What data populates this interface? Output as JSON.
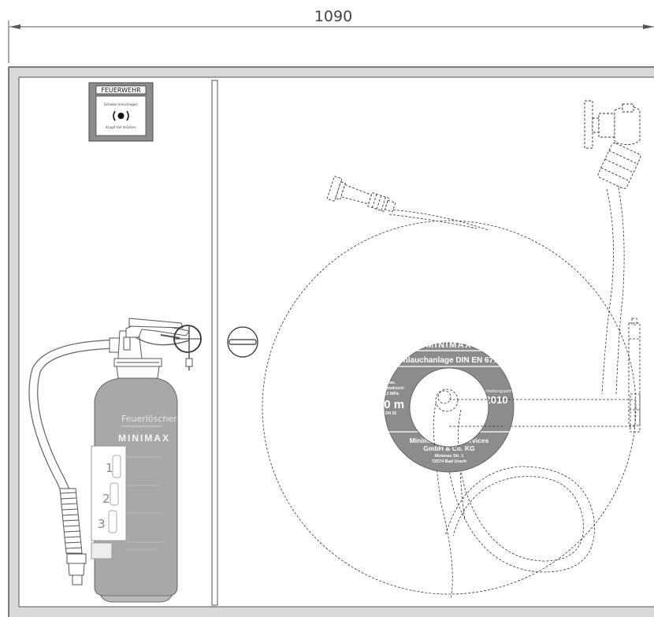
{
  "dimension": {
    "width_label": "1090"
  },
  "alarm_box": {
    "header": "FEUERWEHR",
    "line1": "Scheibe einschlagen",
    "line2": "Knopf tief drücken"
  },
  "extinguisher": {
    "title": "Feuerlöscher",
    "brand": "MINIMAX",
    "steps": [
      "1",
      "2",
      "3"
    ]
  },
  "reel_label": {
    "brand": "MINIMAX",
    "standard": "Schlauchanlage DIN EN 671-1",
    "pressure_label_1": "Max.",
    "pressure_label_2": "Arbeitsdruck:",
    "pressure_value": "1,2 MPa",
    "length": "30 m",
    "diameter": "DN 25",
    "year_label": "Herstellungsjahr:",
    "year": "2010",
    "company_1": "Minimax Mobile Services",
    "company_2": "GmbH & Co. KG",
    "address_1": "Minimax Str. 1",
    "address_2": "72574 Bad Urach"
  },
  "colors": {
    "frame": "#555555",
    "frame_fill": "#d9d9d9",
    "label_fill": "#8c8c8c",
    "extinguisher_fill": "#a8a8a8"
  }
}
